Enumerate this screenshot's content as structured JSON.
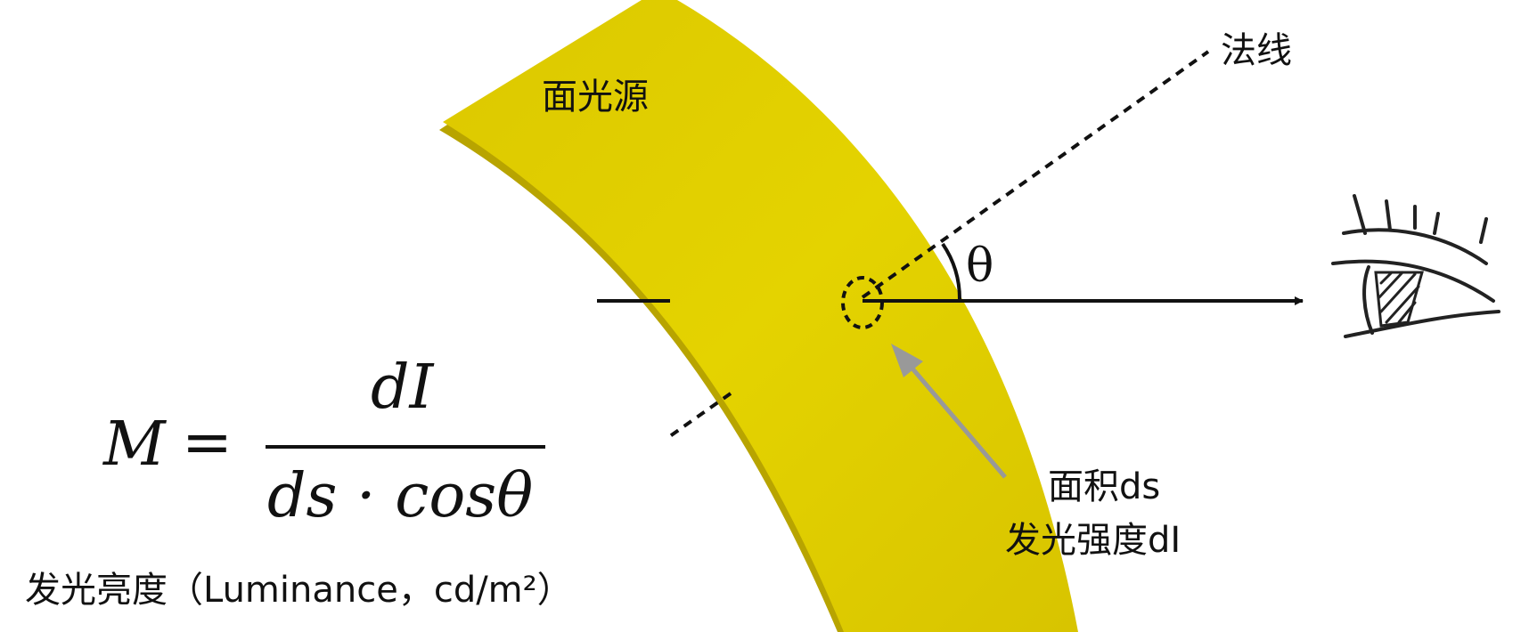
{
  "labels": {
    "surface_source": "面光源",
    "normal": "法线",
    "theta": "θ",
    "area_line1": "面积ds",
    "area_line2": "发光强度dI",
    "caption": "发光亮度（Luminance，cd/m²）"
  },
  "formula": {
    "lhs": "M",
    "equals": "=",
    "numerator": "dI",
    "denominator": "ds · cosθ"
  },
  "colors": {
    "light_source_fill": "#DCC800",
    "light_source_edge": "#B8A400",
    "light_source_highlight": "#E6D600",
    "pointer_arrow": "#999999",
    "ink": "#111111"
  },
  "icons": {
    "observer": "eye-icon"
  }
}
